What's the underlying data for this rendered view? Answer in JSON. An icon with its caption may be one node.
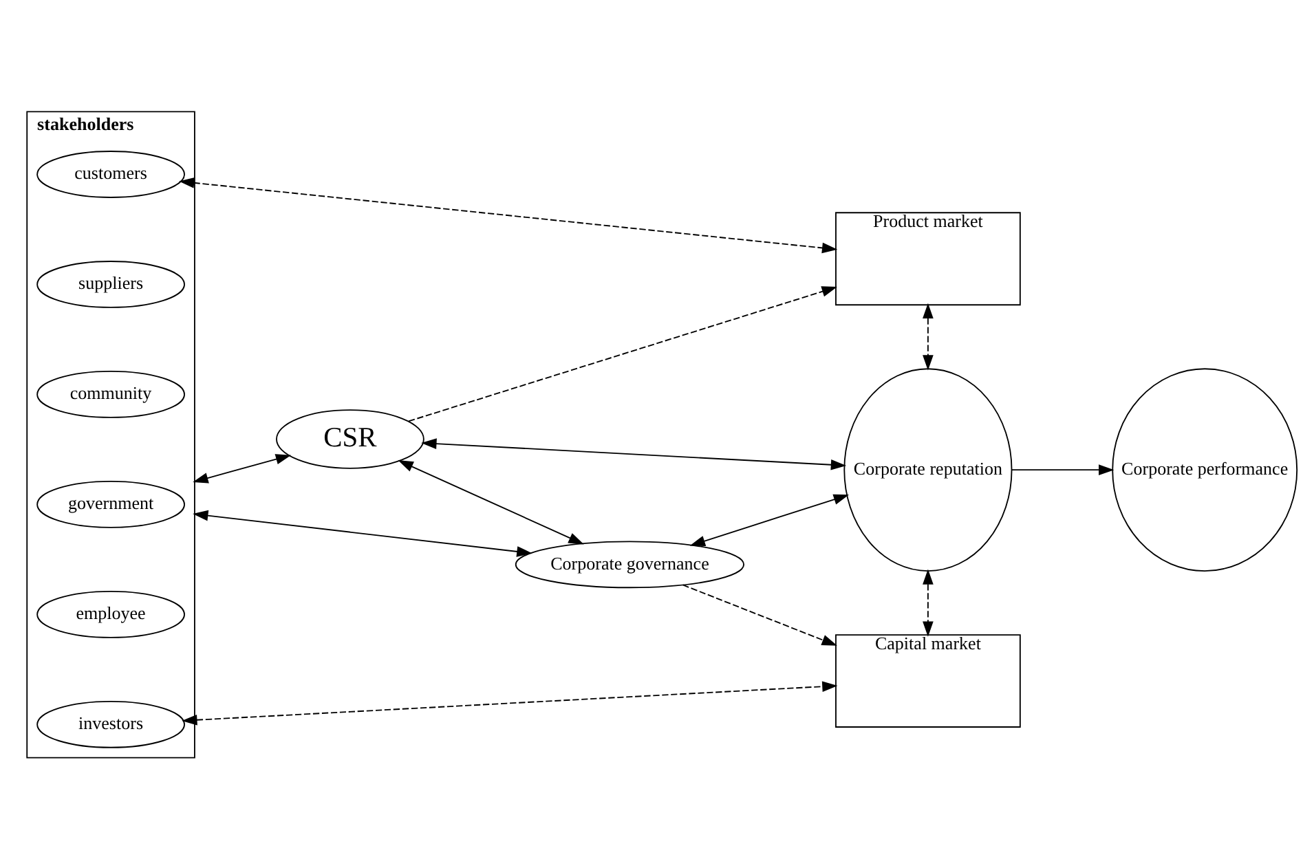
{
  "diagram": {
    "nodes": [
      {
        "text": [
          "stakeholders"
        ]
      },
      {
        "text": [
          "customers"
        ],
        "in": 0
      },
      {
        "text": [
          "suppliers"
        ],
        "in": 0
      },
      {
        "text": [
          "community"
        ],
        "in": 0
      },
      {
        "text": [
          "government"
        ],
        "in": 0
      },
      {
        "text": [
          "employee"
        ],
        "in": 0
      },
      {
        "text": [
          "investors"
        ],
        "in": 0
      },
      {
        "text": [
          "Product market"
        ]
      },
      {
        "text": [
          "CSR"
        ]
      },
      {
        "text": [
          "Corporate governance"
        ]
      },
      {
        "text": [
          "Corporate reputation"
        ]
      },
      {
        "text": [
          "Corporate performance"
        ]
      },
      {
        "text": [
          "Capital market"
        ]
      }
    ],
    "edges": [
      {
        "from": 1,
        "to": 7,
        "arrow": "both",
        "style": "dashed"
      },
      {
        "from": 8,
        "to": 7,
        "arrow": "to",
        "style": "dashed"
      },
      {
        "from": 0,
        "to": 8,
        "arrow": "both"
      },
      {
        "from": 0,
        "to": 9,
        "arrow": "both"
      },
      {
        "from": 8,
        "to": 9,
        "arrow": "both"
      },
      {
        "from": 8,
        "to": 10,
        "arrow": "both"
      },
      {
        "from": 9,
        "to": 10,
        "arrow": "both"
      },
      {
        "from": 7,
        "to": 10,
        "arrow": "both",
        "style": "dashed"
      },
      {
        "from": 10,
        "to": 11,
        "arrow": "to"
      },
      {
        "from": 10,
        "to": 12,
        "arrow": "both",
        "style": "dashed"
      },
      {
        "from": 9,
        "to": 12,
        "arrow": "to",
        "style": "dashed"
      },
      {
        "from": 6,
        "to": 12,
        "arrow": "both",
        "style": "dashed"
      }
    ]
  }
}
